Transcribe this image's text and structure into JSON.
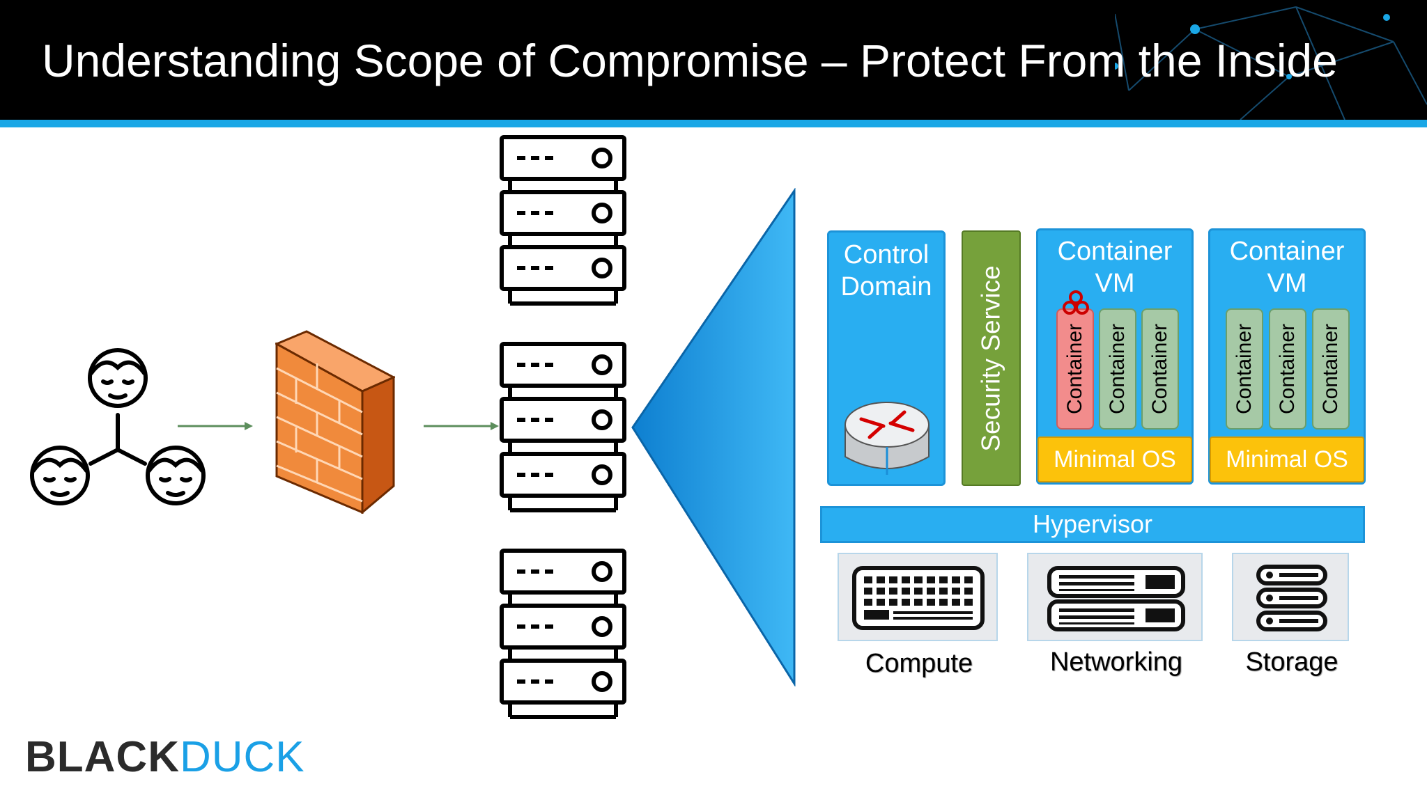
{
  "header": {
    "title": "Understanding Scope of Compromise – Protect From the Inside"
  },
  "colors": {
    "accent": "#1aa7e6",
    "vm_blue": "#29aef1",
    "security_green": "#76a13b",
    "minimal_os": "#fcc20b",
    "container_ok": "#a6c9a6",
    "container_compromised": "#f28c8c"
  },
  "icons": [
    "users-icon",
    "firewall-icon",
    "server-stack-icon",
    "router-icon",
    "biohazard-icon",
    "compute-icon",
    "networking-icon",
    "storage-icon"
  ],
  "stack": {
    "control_domain": {
      "label": "Control Domain"
    },
    "security_service": {
      "label": "Security Service"
    },
    "container_vms": [
      {
        "label": "Container VM",
        "containers": [
          "Container",
          "Container",
          "Container"
        ],
        "os": "Minimal OS"
      },
      {
        "label": "Container VM",
        "containers": [
          "Container",
          "Container",
          "Container"
        ],
        "os": "Minimal OS"
      }
    ],
    "hypervisor": "Hypervisor",
    "hardware": [
      "Compute",
      "Networking",
      "Storage"
    ]
  },
  "logo": {
    "part1": "BLACK",
    "part2": "DUCK"
  }
}
